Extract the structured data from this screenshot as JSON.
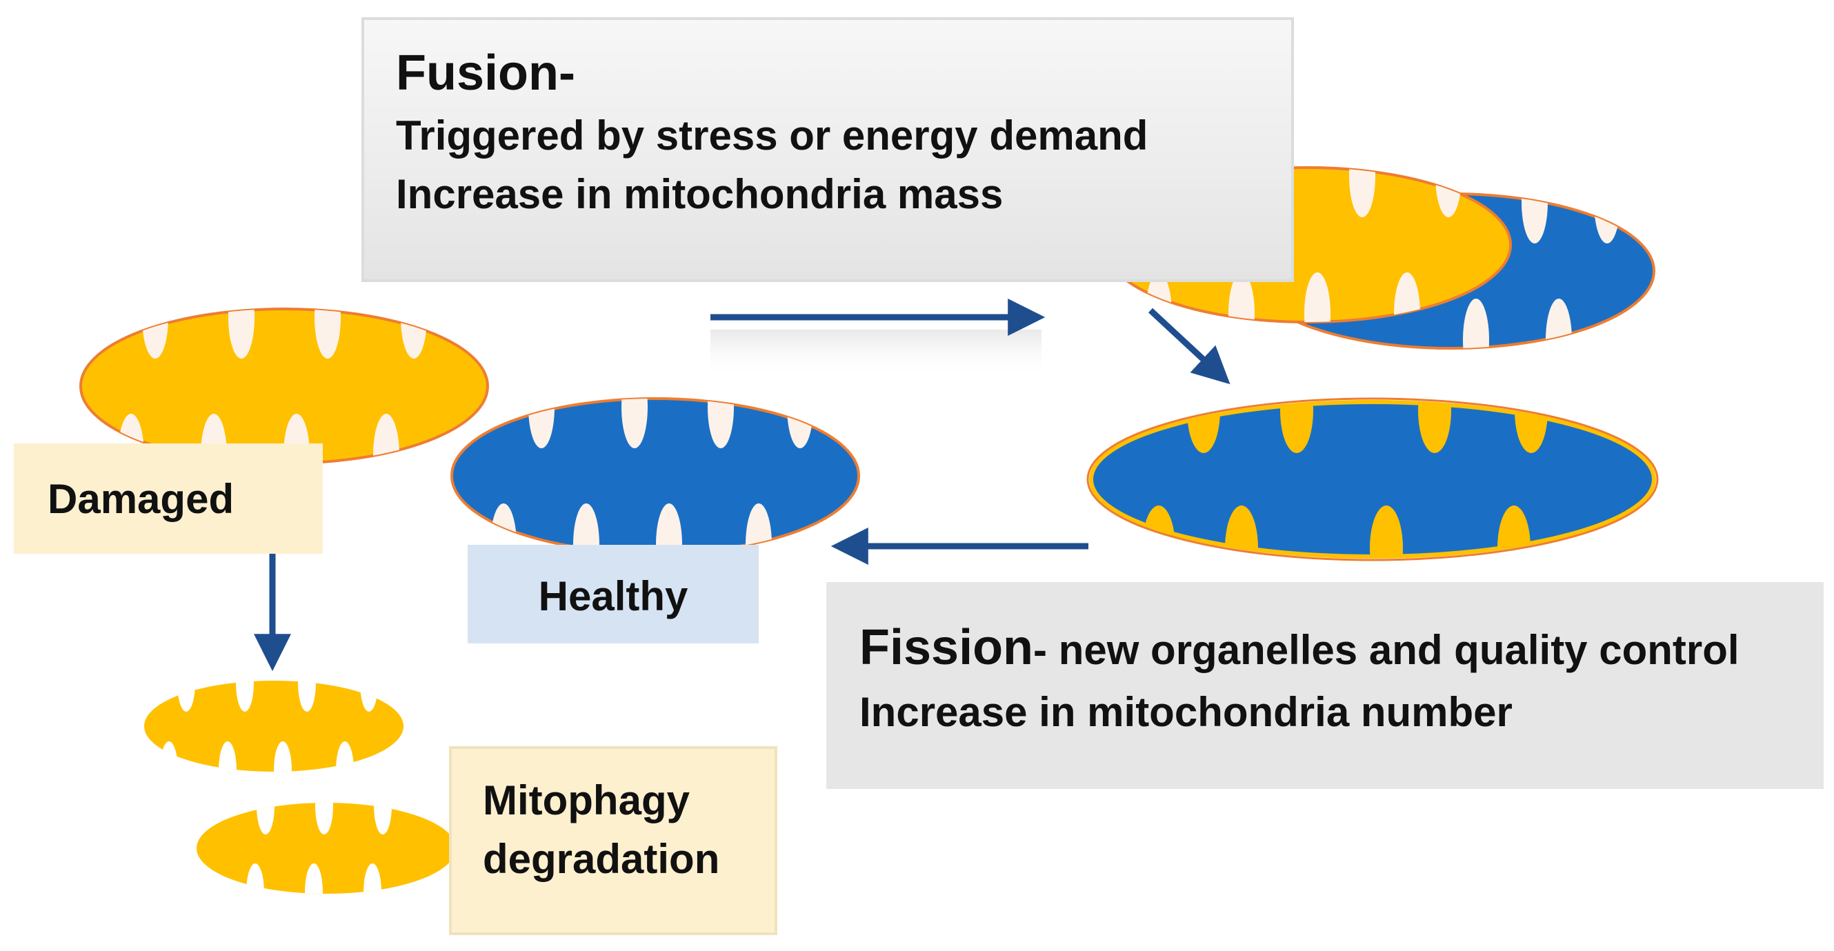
{
  "fusion": {
    "title": "Fusion-",
    "lines": [
      "Triggered by stress or energy demand",
      "Increase in mitochondria mass"
    ]
  },
  "fission": {
    "title": "Fission",
    "title_suffix": "- new organelles and quality control",
    "lines": [
      "Increase in mitochondria number"
    ]
  },
  "labels": {
    "damaged": "Damaged",
    "healthy": "Healthy",
    "mitophagy": [
      "Mitophagy",
      "degradation"
    ]
  },
  "colors": {
    "mito_yellow": "#ffc000",
    "mito_blue": "#1a6fc4",
    "crista": "#fdf2ea",
    "membrane_outline": "#ed7d31",
    "arrow": "#1f4e8f",
    "fusion_box": "#e9e9e9",
    "fission_box": "#e6e6e6",
    "damaged_box": "#fdf0cf",
    "healthy_box": "#d6e3f3"
  }
}
